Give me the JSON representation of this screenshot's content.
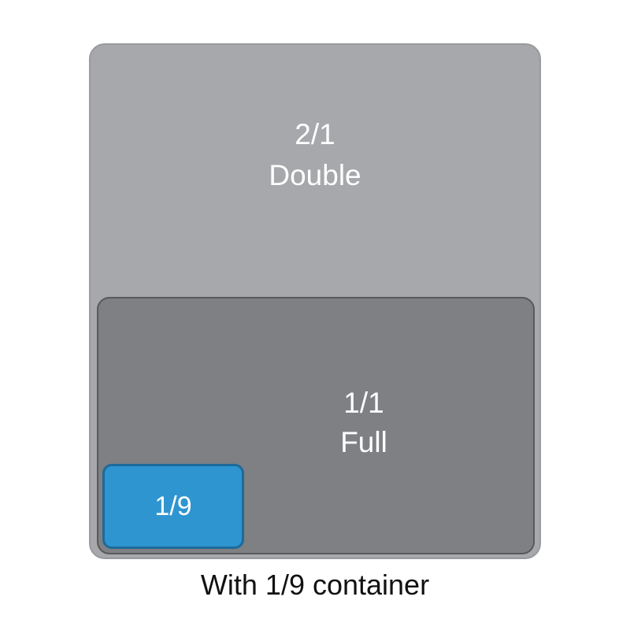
{
  "diagram": {
    "caption": "With 1/9 container",
    "pans": {
      "double": {
        "size": "2/1",
        "label": "Double"
      },
      "full": {
        "size": "1/1",
        "label": "Full"
      },
      "ninth": {
        "size": "1/9"
      }
    },
    "colors": {
      "double": "#a6a8ab",
      "full": "#7e8083",
      "ninth": "#2e95d0",
      "label_text": "#ffffff",
      "caption_text": "#111111"
    }
  }
}
